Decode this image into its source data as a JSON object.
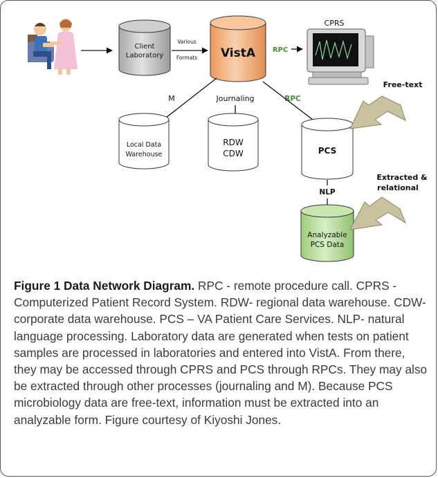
{
  "diagram": {
    "nodes": {
      "client_lab": [
        "Client",
        "Laboratory"
      ],
      "vista": "VistA",
      "cprs": "CPRS",
      "local_dw": [
        "Local Data",
        "Warehouse"
      ],
      "rdw_cdw": [
        "RDW",
        "CDW"
      ],
      "pcs": "PCS",
      "analyzable": [
        "Analyzable",
        "PCS Data"
      ]
    },
    "edges": {
      "various_formats": [
        "Various",
        "Formats"
      ],
      "rpc_cprs": "RPC",
      "m": "M",
      "journaling": "Journaling",
      "rpc_pcs": "RPC",
      "nlp": "NLP"
    },
    "callouts": {
      "free_text": "Free-text",
      "extracted": [
        "Extracted &",
        "relational"
      ]
    },
    "colors": {
      "vista_fill": "#f5b98a",
      "analyzable_fill": "#bfe0a5",
      "client_fill": "#d0d0d0",
      "rpc_green": "#4d8a3a",
      "callout_arrow": "#c9c2a0"
    }
  },
  "caption": {
    "title": "Figure 1 Data Network Diagram.",
    "body": " RPC - remote procedure call. CPRS - Computerized Patient Record System. RDW- regional data warehouse. CDW-corporate data warehouse. PCS – VA Patient Care Services. NLP- natural language processing. Laboratory data are generated when tests on patient samples are processed in laboratories and entered into VistA. From there, they may be accessed through CPRS and PCS through RPCs. They may also be extracted through other processes (journaling and M). Because PCS microbiology data are free-text, information must be extracted into an analyzable form. Figure courtesy of Kiyoshi Jones."
  }
}
